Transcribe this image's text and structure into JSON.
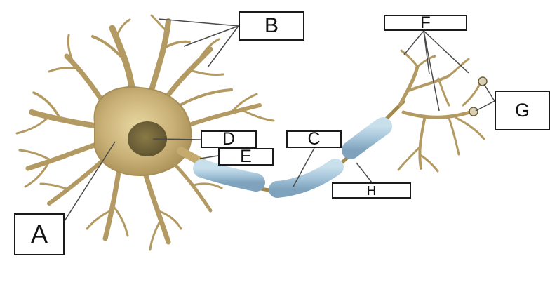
{
  "diagram": {
    "labels": {
      "a": "A",
      "b": "B",
      "c": "C",
      "d": "D",
      "e": "E",
      "f": "F",
      "g": "G",
      "h": "H"
    },
    "colors": {
      "neuron_body": "#b39a62",
      "neuron_light": "#e7d59e",
      "nucleus": "#6d6035",
      "myelin": "#a9c9dd",
      "myelin_edge": "#7fa7c2",
      "leader_line": "#4a4a4a",
      "box_border": "#1a1a1a"
    }
  }
}
